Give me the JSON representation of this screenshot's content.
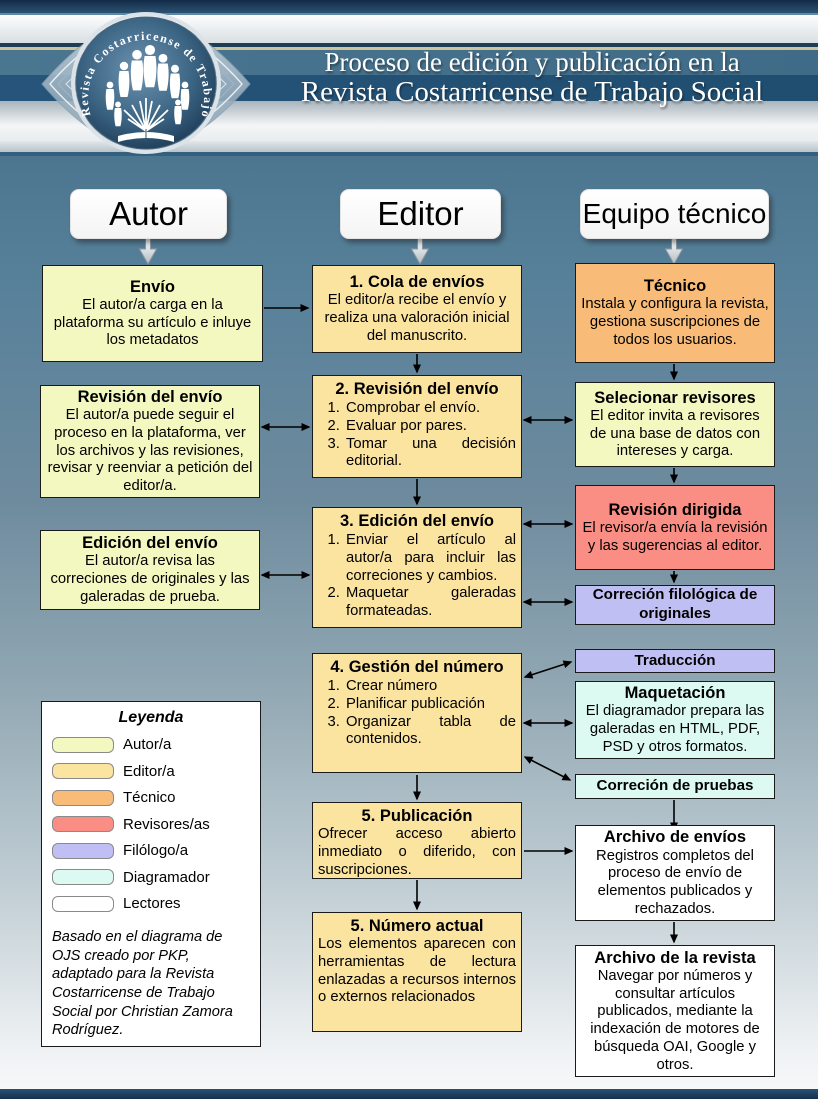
{
  "header": {
    "title_line1": "Proceso de edición y publicación en la",
    "title_line2": "Revista Costarricense de Trabajo Social",
    "logo_text": "Revista Costarricense de Trabajo Social"
  },
  "columns": {
    "author": "Autor",
    "editor": "Editor",
    "technical_team": "Equipo técnico"
  },
  "boxes": {
    "envio": {
      "title": "Envío",
      "body": "El autor/a carga en la plataforma su artículo e inluye los metadatos"
    },
    "revision_envio": {
      "title": "Revisión del envío",
      "body": "El autor/a puede seguir el proceso en la plataforma, ver los archivos y las revisiones, revisar y reenviar a petición del editor/a."
    },
    "edicion_envio": {
      "title": "Edición del envío",
      "body": "El autor/a revisa las correciones de originales y las galeradas de prueba."
    },
    "cola_envios": {
      "title": "1. Cola de envíos",
      "body": "El editor/a recibe el envío y realiza una valoración inicial del manuscrito."
    },
    "revision2": {
      "title": "2. Revisión del envío",
      "items": [
        "Comprobar el envío.",
        "Evaluar por pares.",
        "Tomar una decisión editorial."
      ]
    },
    "edicion3": {
      "title": "3. Edición del envío",
      "items": [
        "Enviar el artículo al autor/a para incluir las correciones y cambios.",
        "Maquetar galeradas formateadas."
      ]
    },
    "gestion4": {
      "title": "4. Gestión del número",
      "items": [
        "Crear número",
        "Planificar publicación",
        "Organizar tabla de contenidos."
      ]
    },
    "publicacion5": {
      "title": "5. Publicación",
      "body": "Ofrecer acceso abierto inmediato o diferido, con suscripciones."
    },
    "numero_actual5": {
      "title": "5. Número actual",
      "body": "Los elementos aparecen con herramientas de lectura enlazadas a recursos internos o externos relacionados"
    },
    "tecnico": {
      "title": "Técnico",
      "body": "Instala y configura la revista, gestiona suscripciones de todos los usuarios."
    },
    "selecionar_revisores": {
      "title": "Selecionar revisores",
      "body": "El editor invita a revisores de una base de datos con intereses y carga."
    },
    "revision_dirigida": {
      "title": "Revisión dirigida",
      "body": "El revisor/a envía la revisión y las sugerencias al editor."
    },
    "correcion_filologica": {
      "title": "Correción filológica de originales"
    },
    "traduccion": {
      "title": "Traducción"
    },
    "maquetacion": {
      "title": "Maquetación",
      "body": "El diagramador prepara las galeradas en HTML, PDF, PSD y otros formatos."
    },
    "correcion_pruebas": {
      "title": "Correción de pruebas"
    },
    "archivo_envios": {
      "title": "Archivo de envíos",
      "body": "Registros completos del proceso de envío de elementos publicados y rechazados."
    },
    "archivo_revista": {
      "title": "Archivo de la revista",
      "body": "Navegar por números y consultar artículos publicados, mediante la indexación de motores de búsqueda OAI, Google y otros."
    }
  },
  "legend": {
    "title": "Leyenda",
    "items": [
      {
        "label": "Autor/a",
        "color": "#f3f7c0"
      },
      {
        "label": "Editor/a",
        "color": "#fbe3a0"
      },
      {
        "label": "Técnico",
        "color": "#f8bc78"
      },
      {
        "label": "Revisores/as",
        "color": "#fa8e85"
      },
      {
        "label": "Filólogo/a",
        "color": "#c0bff3"
      },
      {
        "label": "Diagramador",
        "color": "#dcfaf2"
      },
      {
        "label": "Lectores",
        "color": "#ffffff"
      }
    ],
    "note": "Basado en el diagrama de OJS creado por PKP, adaptado para la Revista Costarricense de Trabajo Social por Christian Zamora Rodríguez."
  },
  "colors": {
    "author": "#f3f7c0",
    "editor": "#fbe3a0",
    "technician": "#f8bc78",
    "reviewers": "#fa8e85",
    "philologist": "#c0bff3",
    "designer": "#dcfaf2",
    "readers": "#ffffff",
    "header_navy": "#1f4e70",
    "header_slate": "#3f6b88",
    "background_top": "#4c7690",
    "background_bottom": "#f6f8f9"
  }
}
